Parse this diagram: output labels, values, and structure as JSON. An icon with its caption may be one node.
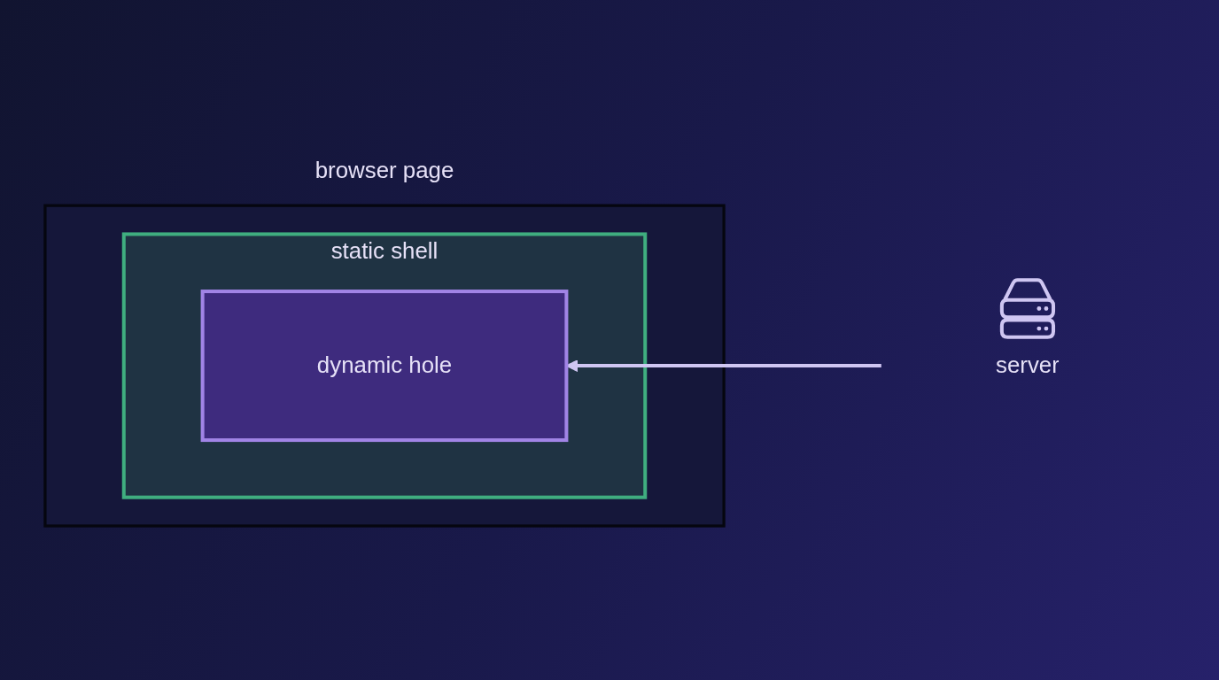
{
  "diagram": {
    "nodes": [
      {
        "text": [
          "browser page"
        ]
      },
      {
        "text": [
          "static shell"
        ],
        "in": 0
      },
      {
        "text": [
          "dynamic hole"
        ],
        "in": 1
      },
      {
        "text": [
          "server"
        ]
      }
    ],
    "edges": [
      {
        "from": 3,
        "to": 2,
        "arrow": "to"
      }
    ]
  }
}
